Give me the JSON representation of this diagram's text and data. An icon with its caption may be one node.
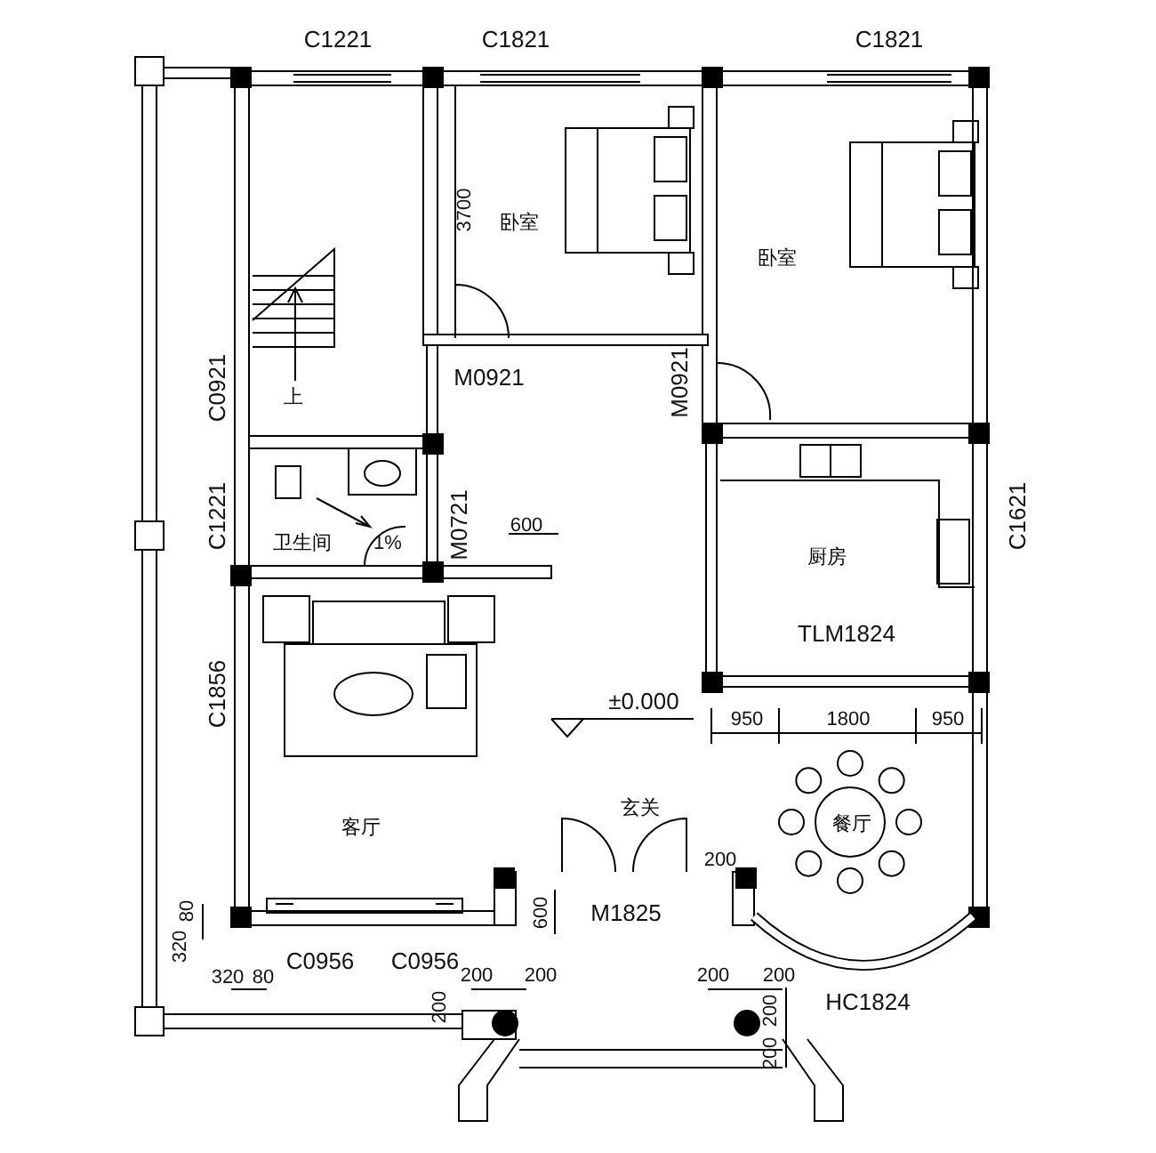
{
  "diagram": {
    "nodes": [
      {
        "text": [
          "卧室"
        ]
      },
      {
        "text": [
          "卧室"
        ]
      },
      {
        "text": [
          "卫生间"
        ]
      },
      {
        "text": [
          "厨房"
        ]
      },
      {
        "text": [
          "客厅"
        ]
      },
      {
        "text": [
          "玄关"
        ]
      },
      {
        "text": [
          "餐厅"
        ]
      }
    ],
    "labels": [
      "C1221",
      "C1821",
      "C1821",
      "3700",
      "C0921",
      "上",
      "M0921",
      "M0921",
      "C1221",
      "M0721",
      "600",
      "1%",
      "C1621",
      "TLM1824",
      "C1856",
      "±0.000",
      "950",
      "1800",
      "950",
      "200",
      "M1825",
      "600",
      "80",
      "320",
      "C0956",
      "C0956",
      "320",
      "80",
      "200",
      "200",
      "200",
      "200",
      "200",
      "200",
      "200",
      "HC1824"
    ]
  }
}
